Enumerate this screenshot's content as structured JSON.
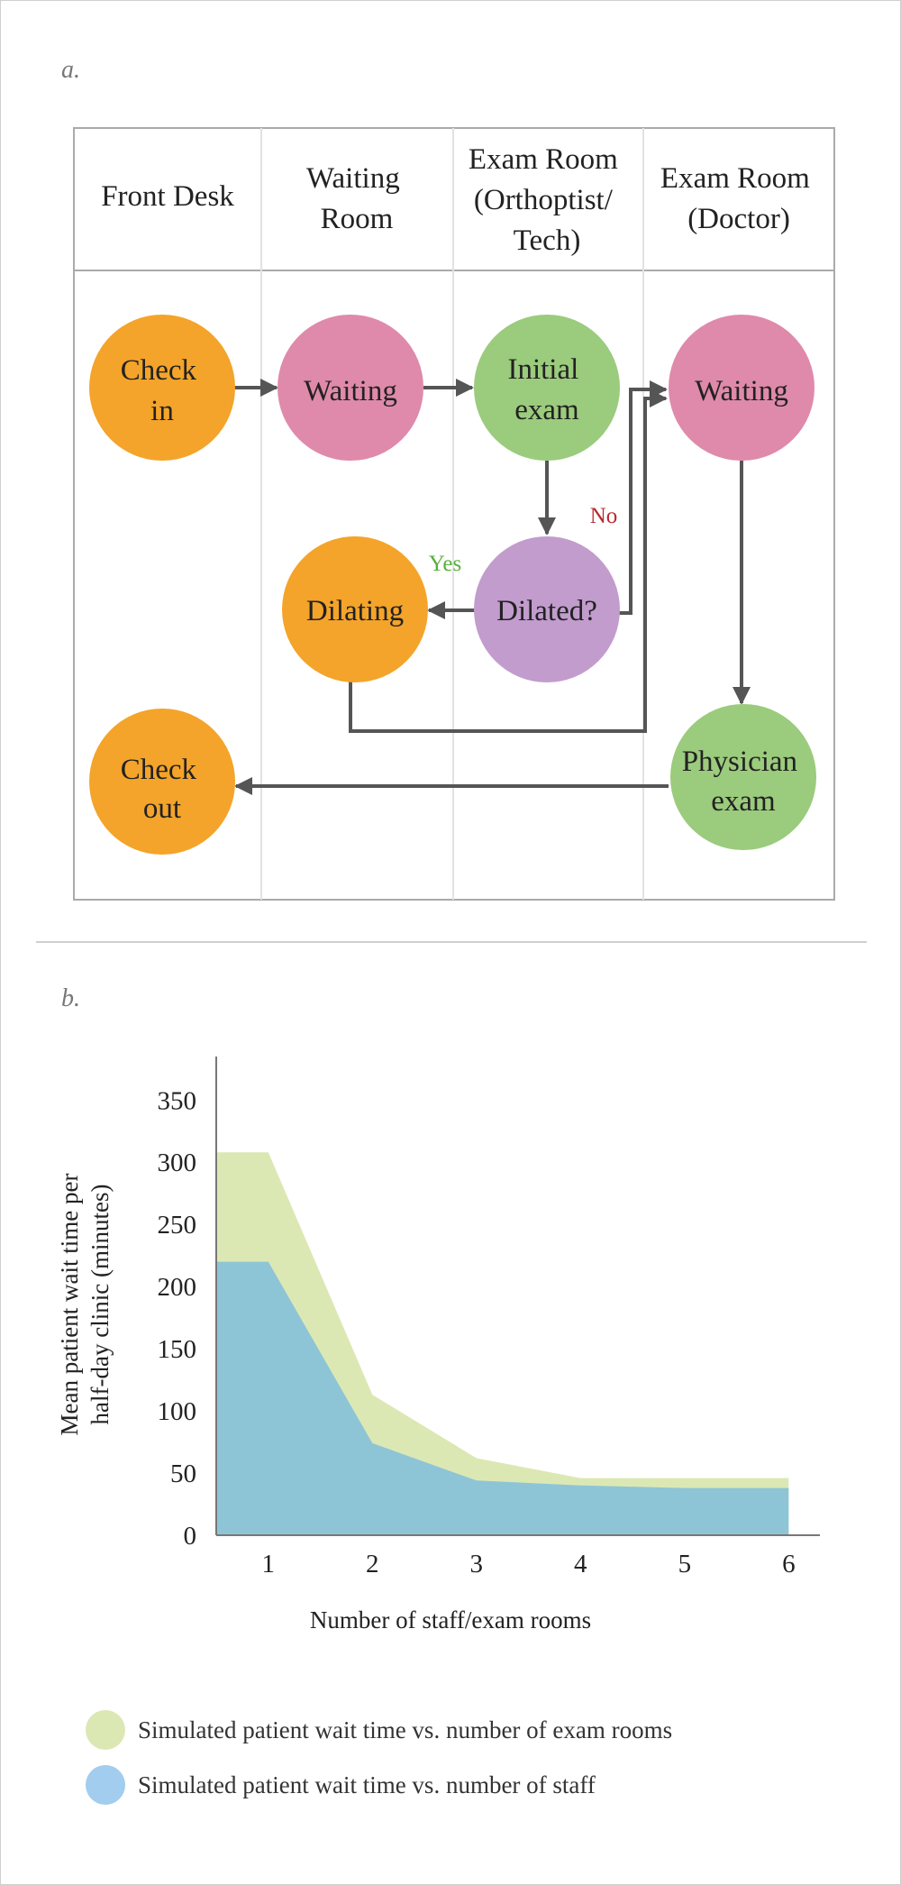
{
  "panel_a": {
    "label": "a.",
    "lanes": [
      {
        "lines": [
          "Front Desk"
        ]
      },
      {
        "lines": [
          "Waiting",
          "Room"
        ]
      },
      {
        "lines": [
          "Exam Room",
          "(Orthoptist/",
          "Tech)"
        ]
      },
      {
        "lines": [
          "Exam Room",
          "(Doctor)"
        ]
      }
    ],
    "nodes": {
      "check_in": [
        "Check",
        "in"
      ],
      "waiting_1": [
        "Waiting"
      ],
      "initial_exam": [
        "Initial",
        "exam"
      ],
      "waiting_2": [
        "Waiting"
      ],
      "dilating": [
        "Dilating"
      ],
      "dilated": [
        "Dilated?"
      ],
      "check_out": [
        "Check",
        "out"
      ],
      "physician_exam": [
        "Physician",
        "exam"
      ]
    },
    "decision_labels": {
      "yes": "Yes",
      "no": "No"
    },
    "colors": {
      "orange": "#f4a42a",
      "pink": "#df8aab",
      "green": "#9bcb7c",
      "purple": "#c29ccd",
      "yes": "#5aaf3c",
      "no": "#b8282e"
    }
  },
  "panel_b": {
    "label": "b."
  },
  "chart_data": {
    "type": "area",
    "x": [
      0.5,
      1,
      2,
      3,
      4,
      5,
      6
    ],
    "xticks": [
      1,
      2,
      3,
      4,
      5,
      6
    ],
    "xlim": [
      0.5,
      6.3
    ],
    "ylim": [
      0,
      385
    ],
    "yticks": [
      0,
      50,
      100,
      150,
      200,
      250,
      300,
      350
    ],
    "xlabel": "Number of staff/exam rooms",
    "ylabel": [
      "Mean patient wait time per",
      "half-day clinic (minutes)"
    ],
    "series": [
      {
        "name": "Simulated patient wait time vs. number of exam rooms",
        "values": [
          308,
          308,
          113,
          62,
          46,
          46,
          46
        ],
        "color": "#dce8b4",
        "legend_color": "#dce8b4"
      },
      {
        "name": "Simulated patient wait time vs. number of staff",
        "values": [
          220,
          220,
          74,
          44,
          40,
          38,
          38
        ],
        "color": "#8ec5d6",
        "legend_color": "#a2cdee"
      }
    ],
    "grid": false,
    "legend": "bottom"
  }
}
